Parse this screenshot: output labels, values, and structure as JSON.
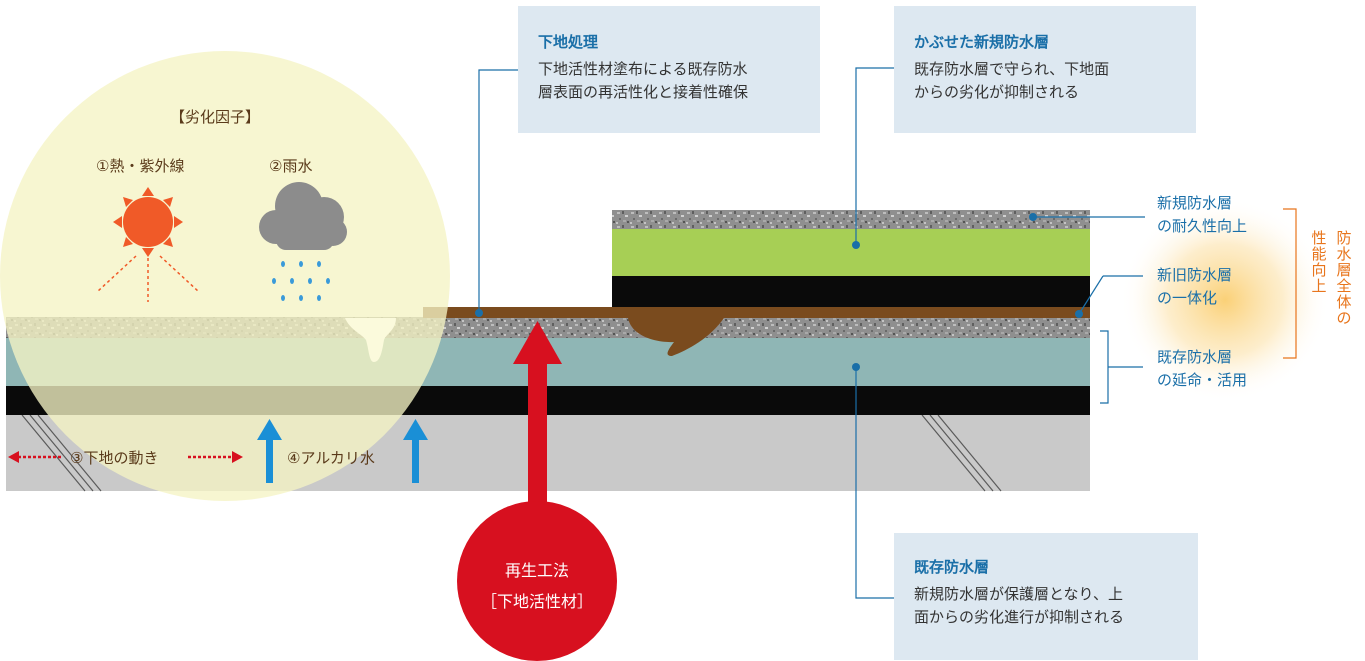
{
  "deterioration": {
    "title": "【劣化因子】",
    "heat": "①熱・紫外線",
    "rain": "②雨水",
    "movement": "③下地の動き",
    "alkali": "④アルカリ水"
  },
  "callout_primer": {
    "title": "下地処理",
    "lines": [
      "下地活性材塗布による既存防水",
      "層表面の再活性化と接着性確保"
    ]
  },
  "callout_new_layer": {
    "title": "かぶせた新規防水層",
    "lines": [
      "既存防水層で守られ、下地面",
      "からの劣化が抑制される"
    ]
  },
  "callout_existing": {
    "title": "既存防水層",
    "lines": [
      "新規防水層が保護層となり、上",
      "面からの劣化進行が抑制される"
    ]
  },
  "right_labels": {
    "durability": [
      "新規防水層",
      "の耐久性向上"
    ],
    "integration": [
      "新旧防水層",
      "の一体化"
    ],
    "extension": [
      "既存防水層",
      "の延命・活用"
    ],
    "overall_col1": "防水層全体の",
    "overall_col2": "性能向上"
  },
  "method": {
    "line1": "再生工法",
    "line2": "［下地活性材］"
  },
  "colors": {
    "callout_bg": "#dde8f1",
    "callout_title": "#1a6fa8",
    "leader_line": "#1a6fa8",
    "glow": "#f5f3c4",
    "sun": "#f05a28",
    "cloud": "#8c8c8c",
    "raindrop": "#3a9ad9",
    "arrow_red": "#d7101f",
    "arrow_blue": "#1a8fd6",
    "primer": "#7a4b1e",
    "new_layer_green": "#a7cf55",
    "existing_layer": "#8fb6b5",
    "black_layer": "#0a0a0a",
    "concrete": "#c9c9c9",
    "orange": "#e8751c"
  }
}
